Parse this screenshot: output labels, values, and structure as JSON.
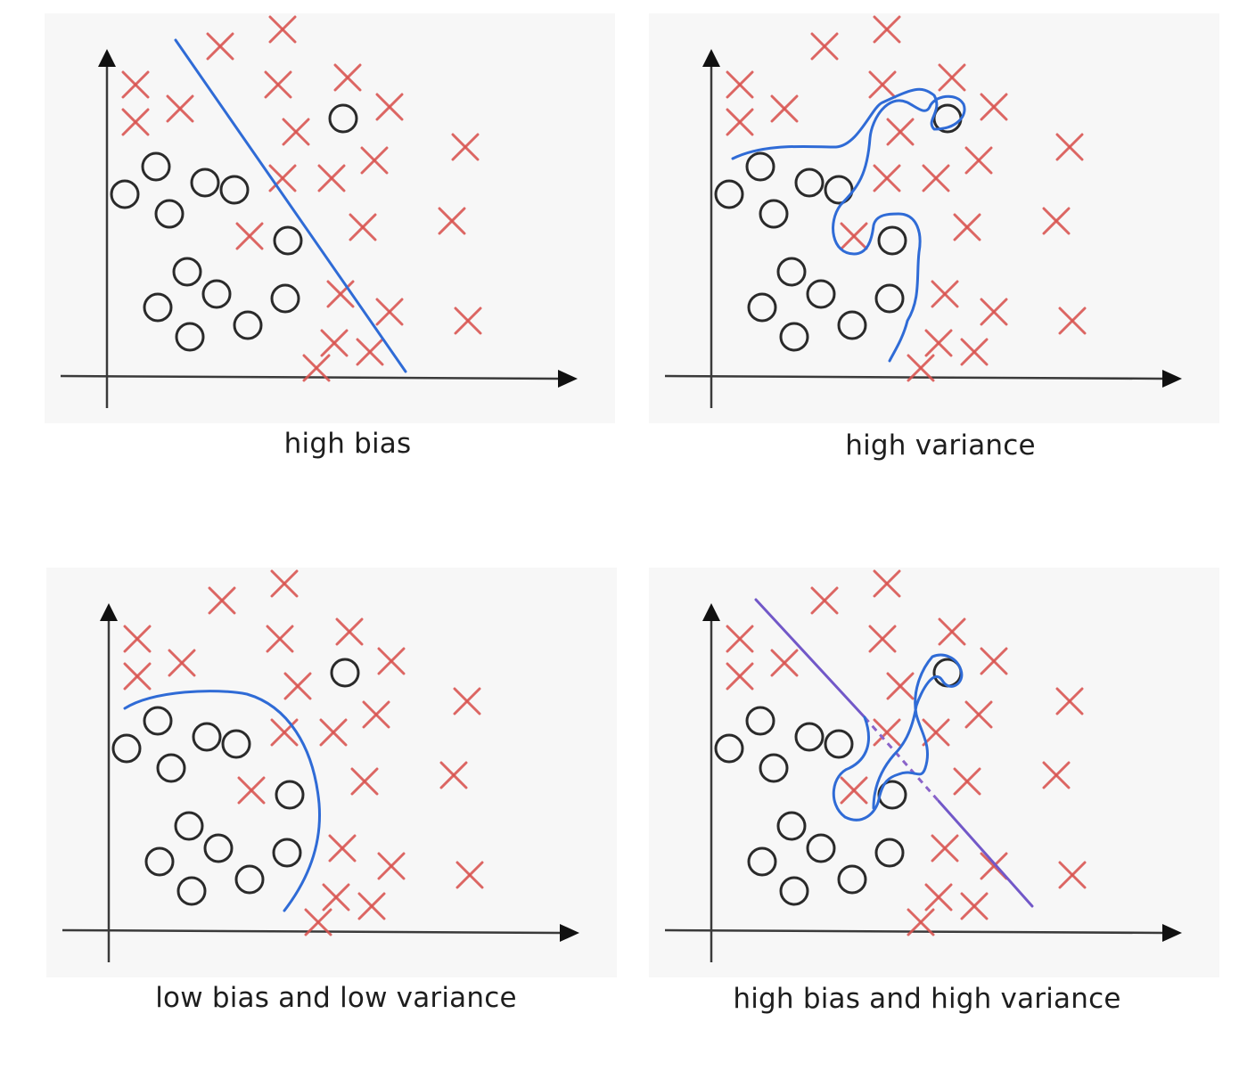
{
  "captions": {
    "top_left": "high bias",
    "top_right": "high variance",
    "bottom_left": "low bias and low variance",
    "bottom_right": "high bias and high variance"
  },
  "colors": {
    "cross": "#d9534f",
    "circle": "#2a2a2a",
    "boundary_blue": "#2f6bd6",
    "boundary_purple": "#7258c8"
  },
  "icons": {
    "negative_example": "red-x-icon",
    "positive_example": "circle-icon"
  }
}
